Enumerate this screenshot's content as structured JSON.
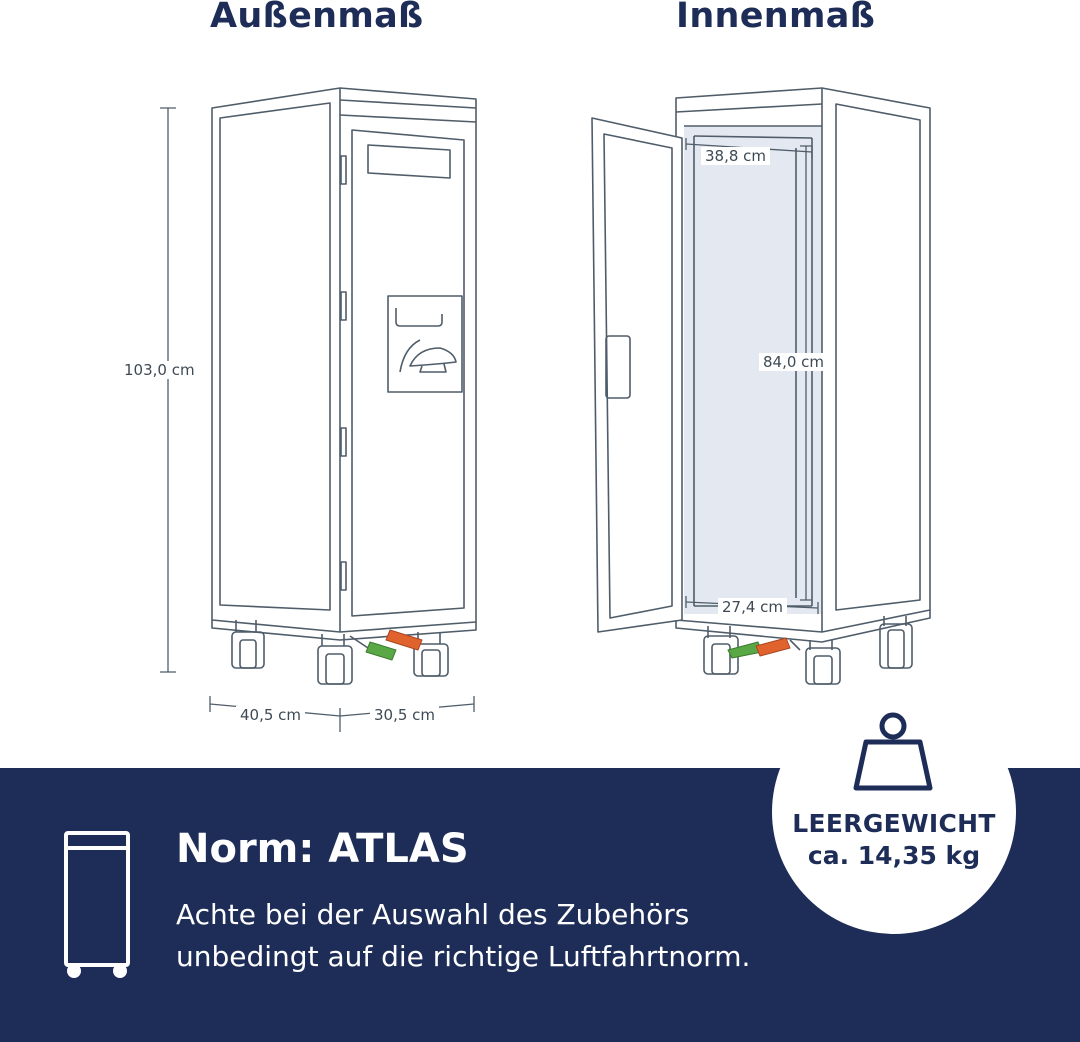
{
  "headings": {
    "outer": "Außenmaß",
    "inner": "Innenmaß"
  },
  "outer_dimensions": {
    "height": "103,0 cm",
    "depth": "40,5 cm",
    "width": "30,5 cm"
  },
  "inner_dimensions": {
    "depth": "38,8 cm",
    "height": "84,0 cm",
    "width": "27,4 cm"
  },
  "norm": {
    "title": "Norm: ATLAS",
    "description_lines": [
      "Achte bei der Auswahl des Zubehörs",
      "unbedingt auf die richtige Luftfahrtnorm."
    ]
  },
  "badge": {
    "label": "LEERGEWICHT",
    "value": "ca. 14,35 kg"
  },
  "icons": {
    "trolley": "trolley-icon",
    "weight": "weight-icon"
  },
  "colors": {
    "navy": "#1e2d58",
    "line": "#4f5d6a",
    "inner_fill": "#e4e8f0",
    "brake_green": "#5aa845",
    "brake_orange": "#e0632e",
    "white": "#ffffff"
  }
}
